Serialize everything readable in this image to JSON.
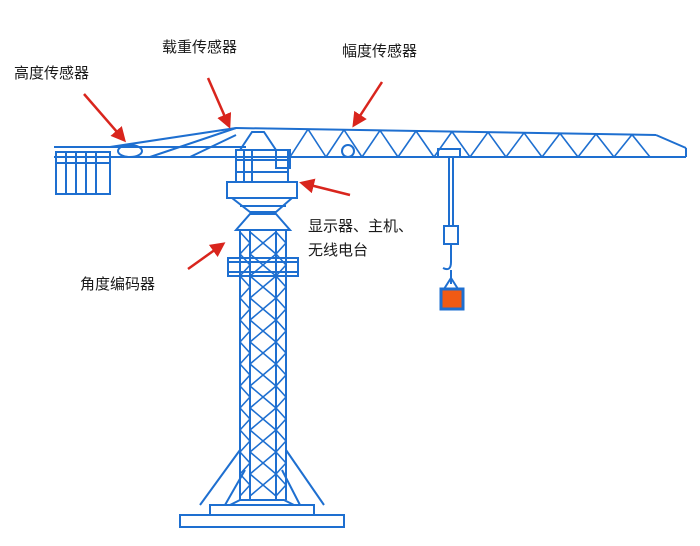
{
  "labels": {
    "height_sensor": "高度传感器",
    "load_sensor": "载重传感器",
    "amplitude_sensor": "幅度传感器",
    "display_line1": "显示器、主机、",
    "display_line2": "无线电台",
    "angle_encoder": "角度编码器"
  },
  "colors": {
    "structure": "#1e6fd0",
    "arrow": "#d9251d",
    "load_fill": "#f05a14",
    "text": "#1a1a1a"
  },
  "icons": {
    "crane": "tower-crane-icon",
    "arrow": "arrow-icon"
  }
}
